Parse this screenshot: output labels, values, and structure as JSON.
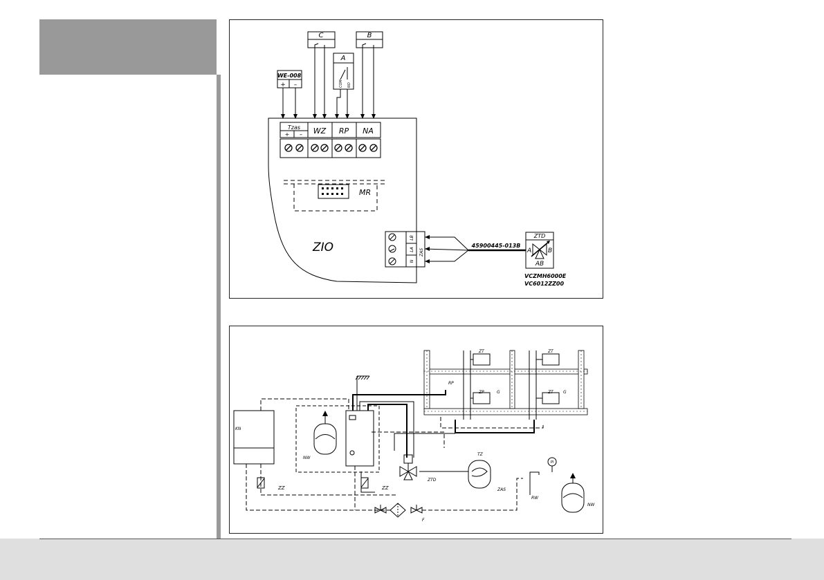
{
  "wiring": {
    "devices": {
      "c_label": "C",
      "b_label": "B",
      "a_label": "A",
      "a_contact_left": "COM",
      "a_contact_right": "NO",
      "sensor_label": "WE-008",
      "sensor_plus": "+",
      "sensor_minus": "–"
    },
    "terminals": {
      "tzas_label": "Tzas",
      "tzas_plus": "+",
      "tzas_minus": "–",
      "wz_label": "WZ",
      "rp_label": "RP",
      "na_label": "NA"
    },
    "module_label": "MR",
    "board_label": "ZIO",
    "zas": {
      "label": "ZAS",
      "pins": [
        "LB",
        "LA",
        "N"
      ]
    },
    "cable_code": "45900445-013B",
    "valve": {
      "label": "ZTD",
      "port_a": "A",
      "port_b": "B",
      "port_ab": "AB",
      "model_1": "VCZMH6000E",
      "model_2": "VC6012ZZ00"
    }
  },
  "installation": {
    "labels": {
      "kn": "KN",
      "nw": "NW",
      "zz_left": "ZZ",
      "zz_right": "ZZ",
      "ztd": "ZTD",
      "tz": "TZ",
      "zas": "ZAS",
      "rp": "RP",
      "zp": "ZP",
      "zt_top_left": "ZT",
      "zt_top_right": "ZT",
      "zt_mid_right": "ZT",
      "g_left": "G",
      "g_right": "G",
      "pi": "PI",
      "rw": "RW",
      "nw_right": "NW",
      "f": "F"
    }
  }
}
